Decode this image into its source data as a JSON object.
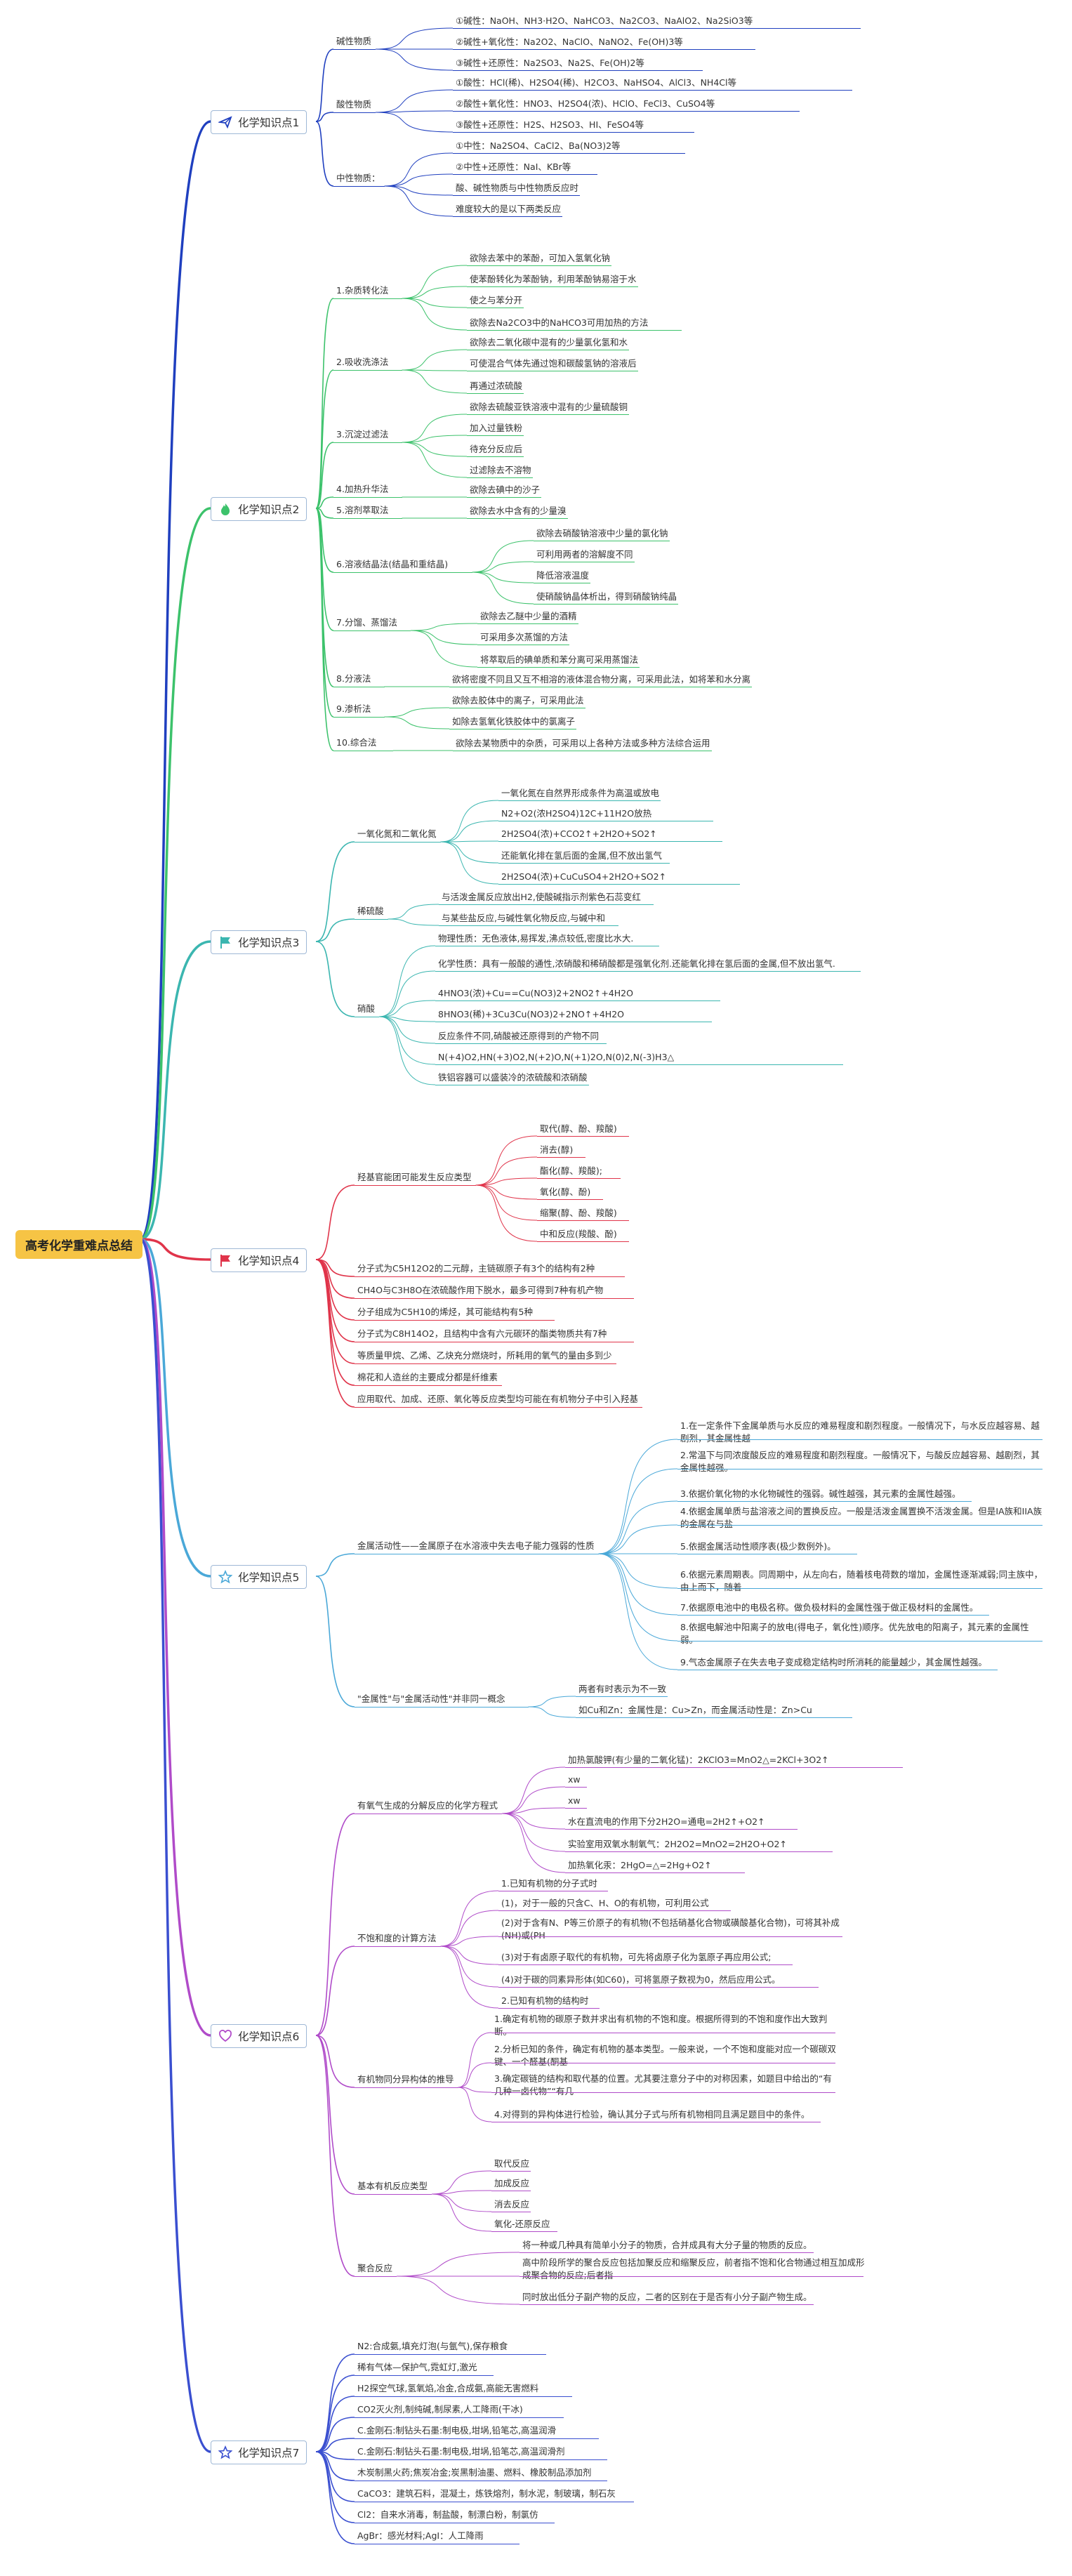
{
  "root": "高考化学重难点总结",
  "topics": [
    {
      "label": "化学知识点1",
      "icon": "paper-plane-icon",
      "color": "#1f3fbf",
      "children": [
        {
          "label": "碱性物质",
          "children": [
            "①碱性：NaOH、NH3·H2O、NaHCO3、Na2CO3、NaAlO2、Na2SiO3等",
            "②碱性+氧化性：Na2O2、NaClO、NaNO2、Fe(OH)3等",
            "③碱性+还原性：Na2SO3、Na2S、Fe(OH)2等"
          ]
        },
        {
          "label": "酸性物质",
          "children": [
            "①酸性：HCl(稀)、H2SO4(稀)、H2CO3、NaHSO4、AlCl3、NH4Cl等",
            "②酸性+氧化性：HNO3、H2SO4(浓)、HClO、FeCl3、CuSO4等",
            "③酸性+还原性：H2S、H2SO3、HI、FeSO4等"
          ]
        },
        {
          "label": "中性物质：",
          "children": [
            "①中性：Na2SO4、CaCl2、Ba(NO3)2等",
            "②中性+还原性：NaI、KBr等",
            "酸、碱性物质与中性物质反应时",
            "难度较大的是以下两类反应"
          ]
        }
      ]
    },
    {
      "label": "化学知识点2",
      "icon": "flame-icon",
      "color": "#3cc26b",
      "children": [
        {
          "label": "1.杂质转化法",
          "children": [
            "欲除去苯中的苯酚，可加入氢氧化钠",
            "使苯酚转化为苯酚钠，利用苯酚钠易溶于水",
            "使之与苯分开",
            "欲除去Na2CO3中的NaHCO3可用加热的方法"
          ]
        },
        {
          "label": "2.吸收洗涤法",
          "children": [
            "欲除去二氧化碳中混有的少量氯化氢和水",
            "可使混合气体先通过饱和碳酸氢钠的溶液后",
            "再通过浓硫酸"
          ]
        },
        {
          "label": "3.沉淀过滤法",
          "children": [
            "欲除去硫酸亚铁溶液中混有的少量硫酸铜",
            "加入过量铁粉",
            "待充分反应后",
            "过滤除去不溶物"
          ]
        },
        {
          "label": "4.加热升华法",
          "children": [
            "欲除去碘中的沙子"
          ]
        },
        {
          "label": "5.溶剂萃取法",
          "children": [
            "欲除去水中含有的少量溴"
          ]
        },
        {
          "label": "6.溶液结晶法(结晶和重结晶)",
          "children": [
            "欲除去硝酸钠溶液中少量的氯化钠",
            "可利用两者的溶解度不同",
            "降低溶液温度",
            "使硝酸钠晶体析出，得到硝酸钠纯晶"
          ]
        },
        {
          "label": "7.分馏、蒸馏法",
          "children": [
            "欲除去乙醚中少量的酒精",
            "可采用多次蒸馏的方法",
            "将萃取后的碘单质和苯分离可采用蒸馏法"
          ]
        },
        {
          "label": "8.分液法",
          "children": [
            "欲将密度不同且又互不相溶的液体混合物分离，可采用此法，如将苯和水分离"
          ]
        },
        {
          "label": "9.渗析法",
          "children": [
            "欲除去胶体中的离子，可采用此法",
            "如除去氢氧化铁胶体中的氯离子"
          ]
        },
        {
          "label": "10.综合法",
          "children": [
            "欲除去某物质中的杂质，可采用以上各种方法或多种方法综合运用"
          ]
        }
      ]
    },
    {
      "label": "化学知识点3",
      "icon": "flag-icon",
      "color": "#3bb6b0",
      "children": [
        {
          "label": "一氧化氮和二氧化氮",
          "children": [
            "一氧化氮在自然界形成条件为高温或放电",
            "N2+O2(浓H2SO4)12C+11H2O放热",
            "2H2SO4(浓)+CCO2↑+2H2O+SO2↑",
            "还能氧化排在氢后面的金属,但不放出氢气",
            "2H2SO4(浓)+CuCuSO4+2H2O+SO2↑"
          ]
        },
        {
          "label": "稀硫酸",
          "children": [
            "与活泼金属反应放出H2,使酸碱指示剂紫色石蕊变红",
            "与某些盐反应,与碱性氧化物反应,与碱中和"
          ]
        },
        {
          "label": "硝酸",
          "children": [
            "物理性质：无色液体,易挥发,沸点较低,密度比水大.",
            "化学性质：具有一般酸的通性,浓硝酸和稀硝酸都是强氧化剂.还能氧化排在氢后面的金属,但不放出氢气.",
            "4HNO3(浓)+Cu==Cu(NO3)2+2NO2↑+4H2O",
            "8HNO3(稀)+3Cu3Cu(NO3)2+2NO↑+4H2O",
            "反应条件不同,硝酸被还原得到的产物不同",
            "N(+4)O2,HN(+3)O2,N(+2)O,N(+1)2O,N(0)2,N(-3)H3△",
            "铁铝容器可以盛装冷的浓硫酸和浓硝酸"
          ]
        }
      ]
    },
    {
      "label": "化学知识点4",
      "icon": "flag-icon",
      "color": "#e0344a",
      "children": [
        {
          "label": "羟基官能团可能发生反应类型",
          "children": [
            "取代(醇、酚、羧酸)",
            "消去(醇)",
            "酯化(醇、羧酸);",
            "氧化(醇、酚)",
            "缩聚(醇、酚、羧酸)",
            "中和反应(羧酸、酚)"
          ]
        },
        {
          "label": "分子式为C5H12O2的二元醇，主链碳原子有3个的结构有2种",
          "children": []
        },
        {
          "label": "CH4O与C3H8O在浓硫酸作用下脱水，最多可得到7种有机产物",
          "children": []
        },
        {
          "label": "分子组成为C5H10的烯烃，其可能结构有5种",
          "children": []
        },
        {
          "label": "分子式为C8H14O2，且结构中含有六元碳环的酯类物质共有7种",
          "children": []
        },
        {
          "label": "等质量甲烷、乙烯、乙炔充分燃烧时，所耗用的氧气的量由多到少",
          "children": []
        },
        {
          "label": "棉花和人造丝的主要成分都是纤维素",
          "children": []
        },
        {
          "label": "应用取代、加成、还原、氧化等反应类型均可能在有机物分子中引入羟基",
          "children": []
        }
      ]
    },
    {
      "label": "化学知识点5",
      "icon": "star-icon",
      "color": "#4aa8d8",
      "children": [
        {
          "label": "金属活动性——金属原子在水溶液中失去电子能力强弱的性质",
          "children": [
            "1.在一定条件下金属单质与水反应的难易程度和剧烈程度。一般情况下，与水反应越容易、越剧烈，其金属性越",
            "2.常温下与同浓度酸反应的难易程度和剧烈程度。一般情况下，与酸反应越容易、越剧烈，其金属性越强。",
            "3.依据价氧化物的水化物碱性的强弱。碱性越强，其元素的金属性越强。",
            "4.依据金属单质与盐溶液之间的置换反应。一般是活泼金属置换不活泼金属。但是IA族和IIA族的金属在与盐",
            "5.依据金属活动性顺序表(极少数例外)。",
            "6.依据元素周期表。同周期中，从左向右，随着核电荷数的增加，金属性逐渐减弱;同主族中，由上而下，随着",
            "7.依据原电池中的电极名称。做负极材料的金属性强于做正极材料的金属性。",
            "8.依据电解池中阳离子的放电(得电子，氧化性)顺序。优先放电的阳离子，其元素的金属性弱。",
            "9.气态金属原子在失去电子变成稳定结构时所消耗的能量越少，其金属性越强。"
          ]
        },
        {
          "label": "\"金属性\"与\"金属活动性\"并非同一概念",
          "children": [
            "两者有时表示为不一致",
            "如Cu和Zn：金属性是：Cu>Zn，而金属活动性是：Zn>Cu"
          ]
        }
      ]
    },
    {
      "label": "化学知识点6",
      "icon": "heart-icon",
      "color": "#b04bc9",
      "children": [
        {
          "label": "有氧气生成的分解反应的化学方程式",
          "children": [
            "加热氯酸钾(有少量的二氧化锰)：2KClO3=MnO2△=2KCl+3O2↑",
            "xw",
            "xw",
            "水在直流电的作用下分2H2O=通电=2H2↑+O2↑",
            "实验室用双氧水制氧气：2H2O2=MnO2=2H2O+O2↑",
            "加热氧化汞：2HgO=△=2Hg+O2↑"
          ]
        },
        {
          "label": "不饱和度的计算方法",
          "children": [
            "1.已知有机物的分子式时",
            "(1)，对于一般的只含C、H、O的有机物，可利用公式",
            "(2)对于含有N、P等三价原子的有机物(不包括硝基化合物或磺酸基化合物)，可将其补成(NH)或(PH",
            "(3)对于有卤原子取代的有机物，可先将卤原子化为氢原子再应用公式;",
            "(4)对于碳的同素异形体(如C60)，可将氢原子数视为0，然后应用公式。",
            "2.已知有机物的结构时"
          ]
        },
        {
          "label": "有机物同分异构体的推导",
          "children": [
            "1.确定有机物的碳原子数并求出有机物的不饱和度。根据所得到的不饱和度作出大致判断。",
            "2.分析已知的条件，确定有机物的基本类型。一般来说，一个不饱和度能对应一个碳碳双键、一个醛基(酮基",
            "3.确定碳链的结构和取代基的位置。尤其要注意分子中的对称因素，如题目中给出的“有几种一卤代物”“有几",
            "4.对得到的异构体进行检验，确认其分子式与所有机物相同且满足题目中的条件。"
          ]
        },
        {
          "label": "基本有机反应类型",
          "children": [
            "取代反应",
            "加成反应",
            "消去反应",
            "氧化-还原反应"
          ]
        },
        {
          "label": "聚合反应",
          "children": [
            "将一种或几种具有简单小分子的物质，合并成具有大分子量的物质的反应。",
            "高中阶段所学的聚合反应包括加聚反应和缩聚反应，前者指不饱和化合物通过相互加成形成聚合物的反应;后者指",
            "同时放出低分子副产物的反应，二者的区别在于是否有小分子副产物生成。"
          ]
        }
      ]
    },
    {
      "label": "化学知识点7",
      "icon": "star-icon",
      "color": "#3a4fd0",
      "children": [
        {
          "label": "N2:合成氨,填充灯泡(与氩气),保存粮食",
          "children": []
        },
        {
          "label": "稀有气体—保护气,霓虹灯,激光",
          "children": []
        },
        {
          "label": "H2探空气球,氢氧焰,冶金,合成氨,高能无害燃料",
          "children": []
        },
        {
          "label": "CO2灭火剂,制纯碱,制尿素,人工降雨(干冰)",
          "children": []
        },
        {
          "label": "C.金刚石:制钻头石墨:制电极,坩埚,铅笔芯,高温润滑",
          "children": []
        },
        {
          "label": "C.金刚石:制钻头石墨:制电极,坩埚,铅笔芯,高温润滑剂",
          "children": []
        },
        {
          "label": "木炭制黑火药;焦炭冶金;炭黑制油墨、燃料、橡胶制品添加剂",
          "children": []
        },
        {
          "label": "CaCO3：建筑石料，混凝土，炼铁熔剂，制水泥，制玻璃，制石灰",
          "children": []
        },
        {
          "label": "Cl2：自来水消毒，制盐酸，制漂白粉，制氯仿",
          "children": []
        },
        {
          "label": "AgBr：感光材料;AgI：人工降雨",
          "children": []
        }
      ]
    }
  ]
}
